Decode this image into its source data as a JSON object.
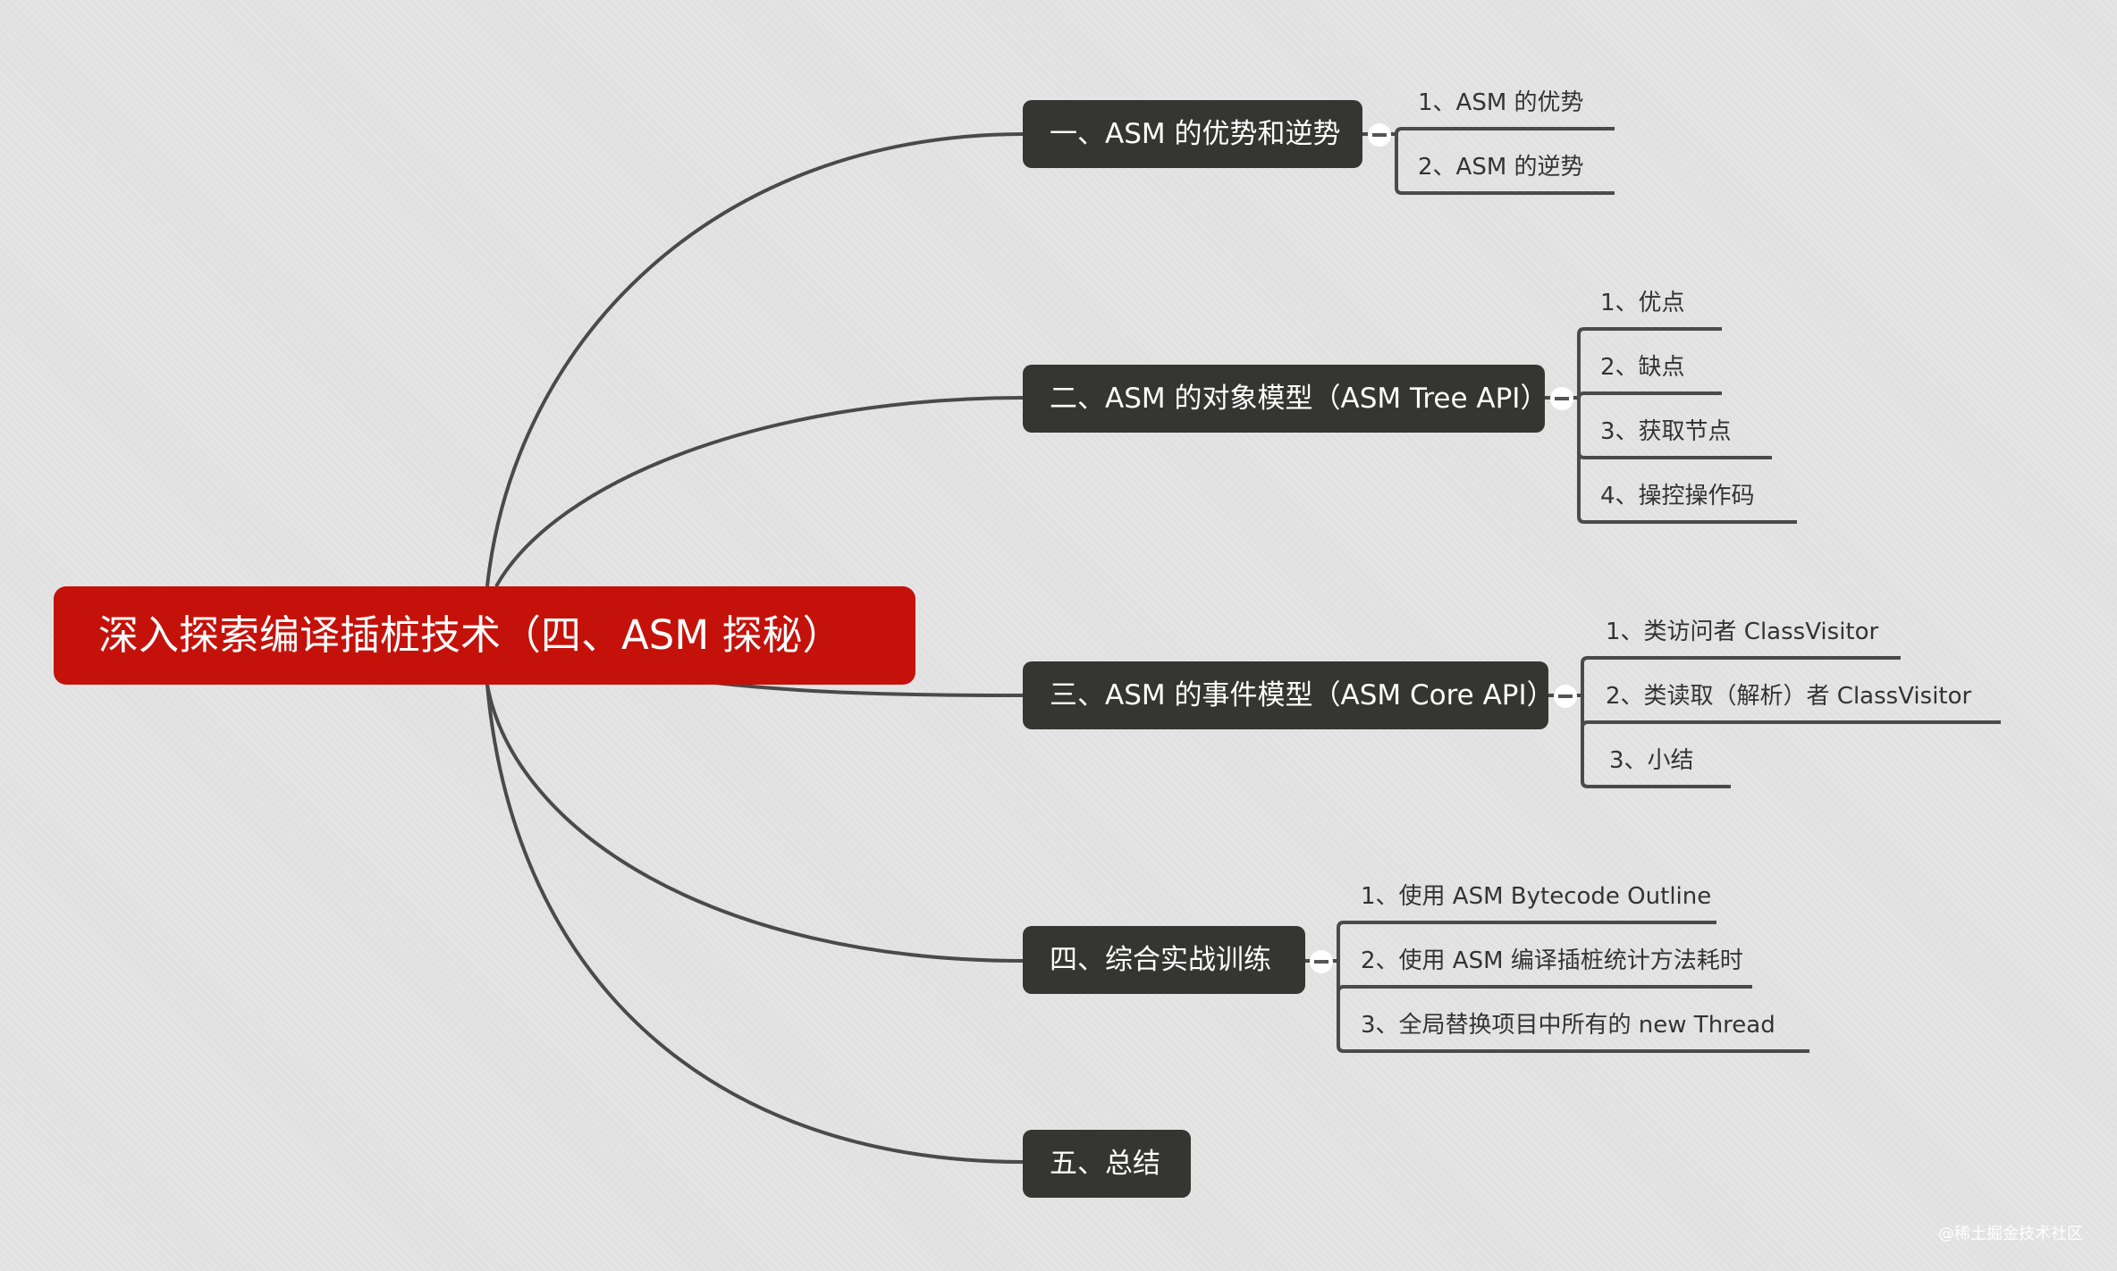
{
  "root": {
    "label": "深入探索编译插桩技术（四、ASM 探秘）"
  },
  "branches": [
    {
      "label": "一、ASM 的优势和逆势",
      "children": [
        "1、ASM 的优势",
        "2、ASM 的逆势"
      ]
    },
    {
      "label": "二、ASM 的对象模型（ASM Tree API）",
      "children": [
        "1、优点",
        "2、缺点",
        "3、获取节点",
        "4、操控操作码"
      ]
    },
    {
      "label": "三、ASM 的事件模型（ASM Core API）",
      "children": [
        "1、类访问者 ClassVisitor",
        "2、类读取（解析）者 ClassVisitor",
        "3、小结"
      ]
    },
    {
      "label": "四、综合实战训练",
      "children": [
        "1、使用 ASM Bytecode Outline",
        "2、使用 ASM 编译插桩统计方法耗时",
        "3、全局替换项目中所有的 new Thread"
      ]
    },
    {
      "label": "五、总结",
      "children": []
    }
  ],
  "watermark": "@稀土掘金技术社区",
  "colors": {
    "root": "#c4120a",
    "branch": "#353631",
    "line": "#4a4a4a",
    "background": "#e1e1e1"
  }
}
